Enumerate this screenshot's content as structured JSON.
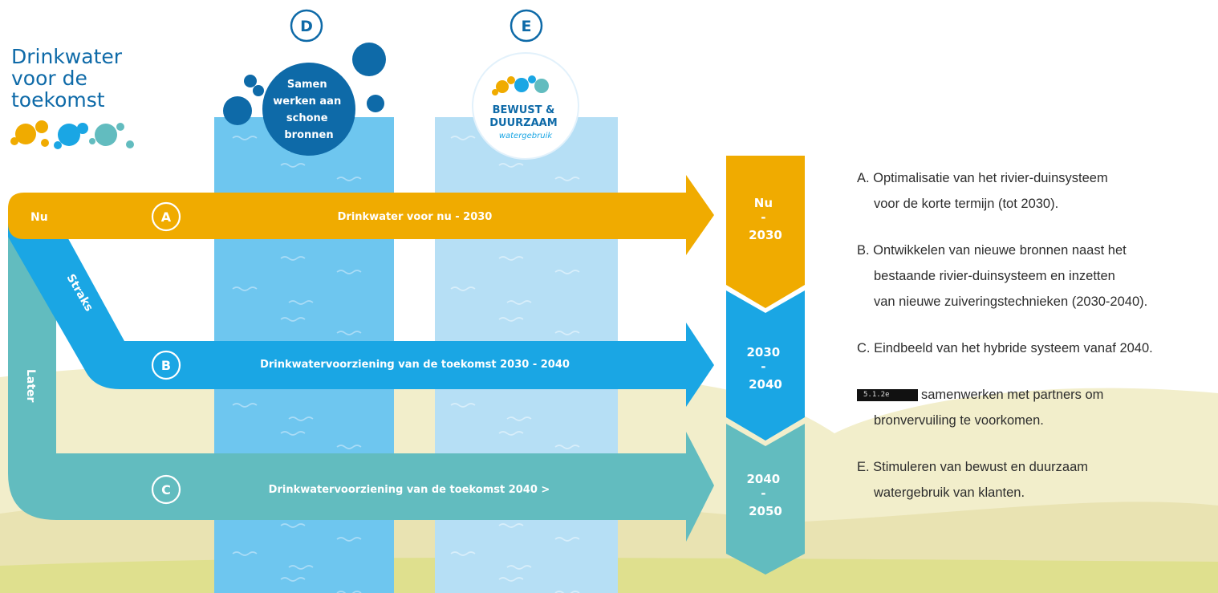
{
  "colors": {
    "orange": "#f0ab00",
    "blue": "#1aa6e4",
    "teal": "#62bcbf",
    "column_d": "#6ec6ef",
    "column_e": "#b6dff5",
    "navy": "#0e6aa8",
    "ground": "#ece7be"
  },
  "logo": {
    "line1": "Drinkwater",
    "line2": "voor de",
    "line3": "toekomst"
  },
  "circle_labels": {
    "d": "D",
    "e": "E"
  },
  "bubble_d": {
    "l1": "Samen",
    "l2": "werken aan",
    "l3": "schone",
    "l4": "bronnen"
  },
  "badge_e": {
    "l1": "BEWUST &",
    "l2": "DUURZAAM",
    "l3": "watergebruik"
  },
  "time_labels": {
    "nu": "Nu",
    "straks": "Straks",
    "later": "Later"
  },
  "arrows": [
    {
      "letter": "A",
      "label": "Drinkwater voor nu - 2030"
    },
    {
      "letter": "B",
      "label": "Drinkwatervoorziening van de toekomst 2030 - 2040"
    },
    {
      "letter": "C",
      "label": "Drinkwatervoorziening van de toekomst 2040 >"
    }
  ],
  "timeline": [
    {
      "top": "Nu",
      "dash": "-",
      "bottom": "2030"
    },
    {
      "top": "2030",
      "dash": "-",
      "bottom": "2040"
    },
    {
      "top": "2040",
      "dash": "-",
      "bottom": "2050"
    }
  ],
  "legend": {
    "a1": "A. Optimalisatie van het rivier-duinsysteem",
    "a2": "voor de korte termijn (tot 2030).",
    "b1": "B. Ontwikkelen van nieuwe bronnen naast het",
    "b2": "bestaande rivier-duinsysteem en inzetten",
    "b3": "van nieuwe zuiveringstechnieken (2030-2040).",
    "c1": "C. Eindbeeld van het hybride systeem vanaf 2040.",
    "d_box": "5.1.2e",
    "d1": "samenwerken met partners om",
    "d2": "bronvervuiling te voorkomen.",
    "e1": "E. Stimuleren van bewust en duurzaam",
    "e2": "watergebruik van klanten."
  }
}
